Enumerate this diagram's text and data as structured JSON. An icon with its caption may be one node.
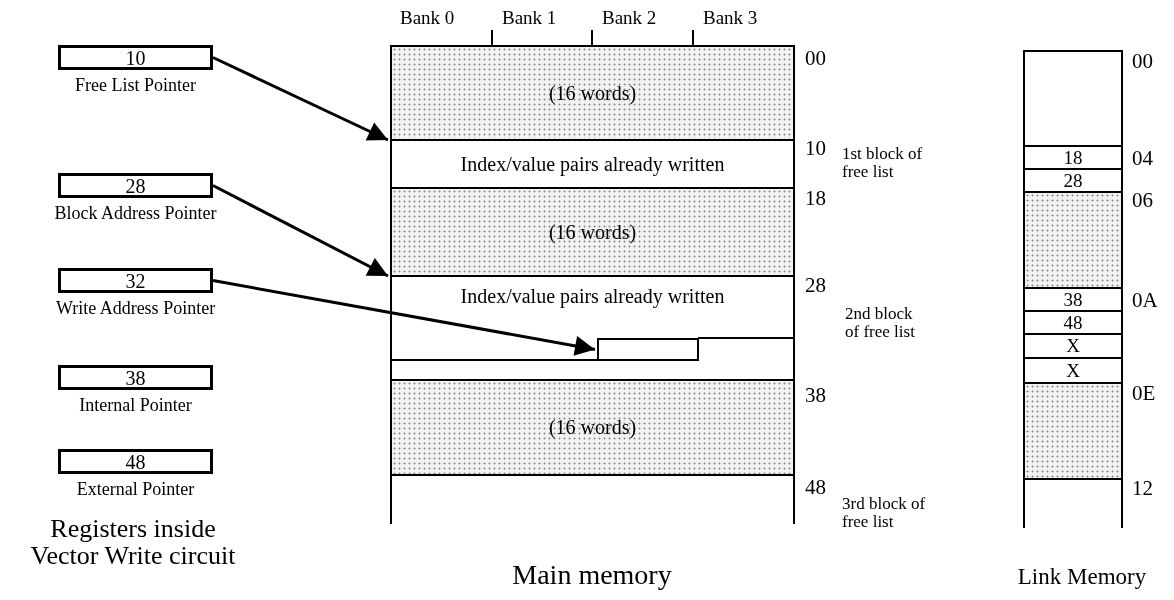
{
  "diagram": {
    "nodes": [
      {
        "text": [
          "10"
        ],
        "beside": [
          "Free List Pointer"
        ]
      },
      {
        "text": [
          "28"
        ],
        "beside": [
          "Block Address Pointer"
        ]
      },
      {
        "text": [
          "32"
        ],
        "beside": [
          "Write Address Pointer"
        ]
      },
      {
        "text": [
          "38"
        ],
        "beside": [
          "Internal Pointer"
        ]
      },
      {
        "text": [
          "48"
        ],
        "beside": [
          "External Pointer"
        ]
      },
      {
        "text": [
          "(16 words)"
        ]
      },
      {
        "text": [
          "Index/value pairs already written"
        ]
      },
      {
        "text": [
          "(16 words)"
        ]
      },
      {
        "text": [
          "Index/value pairs already written"
        ]
      },
      {
        "text": [],
        "shape": "box",
        "in": 8
      },
      {
        "text": [
          "(16 words)"
        ]
      },
      {
        "text": [],
        "shape": "box"
      },
      {
        "text": [],
        "shape": "box"
      },
      {
        "text": [
          "18"
        ]
      },
      {
        "text": [
          "28"
        ]
      },
      {
        "text": [],
        "shape": "box"
      },
      {
        "text": [
          "38"
        ]
      },
      {
        "text": [
          "48"
        ]
      },
      {
        "text": [
          "X"
        ]
      },
      {
        "text": [
          "X"
        ]
      },
      {
        "text": [],
        "shape": "box"
      },
      {
        "text": [],
        "shape": "box"
      }
    ],
    "edges": [
      {
        "from": 0,
        "to": 6,
        "arrow": "to"
      },
      {
        "from": 1,
        "to": 8,
        "arrow": "to"
      },
      {
        "from": 2,
        "to": 9,
        "arrow": "to"
      }
    ],
    "labels": [
      "Bank 0",
      "Bank 1",
      "Bank 2",
      "Bank 3",
      "00",
      "00",
      "10",
      "1st block of free list",
      "04",
      "18",
      "06",
      "28",
      "2nd block of free list",
      "0A",
      "38",
      "0E",
      "48",
      "12",
      "3rd block of free list",
      "Registers inside Vector Write circuit",
      "Main memory",
      "Link Memory"
    ]
  }
}
